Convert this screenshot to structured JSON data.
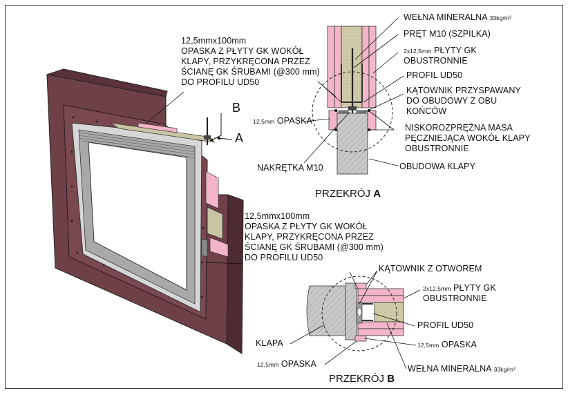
{
  "colors": {
    "wall": "#6e4048",
    "wall_dark": "#4e2a31",
    "gypsum": "#f2b6c8",
    "gypsum_edge": "#c07088",
    "wool": "#c9c4a4",
    "steel": "#b8b8b8",
    "steel_dark": "#6a6a6a",
    "hatch": "#9a9a9a",
    "line": "#111111",
    "glass": "#ffffff"
  },
  "iso": {
    "note_size": "12,5mmx100mm",
    "note_lines": [
      "OPASKA Z PŁYTY GK WOKÓŁ",
      "KLAPY, PRZYKRĘCONA PRZEZ",
      "ŚCIANĘ GK ŚRUBAMI (@300  mm)",
      "DO PROFILU UD50"
    ],
    "marker_a": "A",
    "marker_b": "B",
    "note2_size": "12,5mmx100mm",
    "note2_lines": [
      "OPASKA Z PŁYTY GK WOKÓŁ",
      "KLAPY, PRZYKRĘCONA PRZEZ",
      "ŚCIANĘ GK ŚRUBAMI (@300  mm)",
      "DO PROFILU UD50"
    ]
  },
  "section_a": {
    "title_prefix": "PRZEKRÓJ ",
    "title_letter": "A",
    "labels": {
      "wool": "WEŁNA MINERALNA",
      "wool_density": "33kg/m³",
      "rod": "PRĘT M10 (SZPILKA)",
      "boards_prefix": "2x12,5mm",
      "boards": "PŁYTY GK",
      "boards_2": "OBUSTRONNIE",
      "profile": "PROFIL UD50",
      "angle_1": "KĄTOWNIK PRZYSPAWANY",
      "angle_2": "DO OBUDOWY Z OBU",
      "angle_3": "KOŃCÓW",
      "band_prefix": "12,5mm",
      "band": "OPASKA",
      "mass_1": "NISKOROZPRĘŻNA MASA",
      "mass_2": "PĘCZNIEJĄCA WOKÓŁ KLAPY",
      "mass_3": "OBUSTRONNIE",
      "nut": "NAKRĘTKA M10",
      "housing": "OBUDOWA KLAPY"
    }
  },
  "section_b": {
    "title_prefix": "PRZEKRÓJ ",
    "title_letter": "B",
    "labels": {
      "angle": "KĄTOWNIK Z OTWOREM",
      "boards_prefix": "2x12,5mm",
      "boards": "PŁYTY GK",
      "boards_2": "OBUSTRONNIE",
      "profile": "PROFIL UD50",
      "band_right_prefix": "12,5mm",
      "band_right": "OPASKA",
      "flap": "KLAPA",
      "band_left_prefix": "12,5mm",
      "band_left": "OPASKA",
      "wool": "WEŁNA MINERALNA",
      "wool_density": "33kg/m³"
    }
  }
}
